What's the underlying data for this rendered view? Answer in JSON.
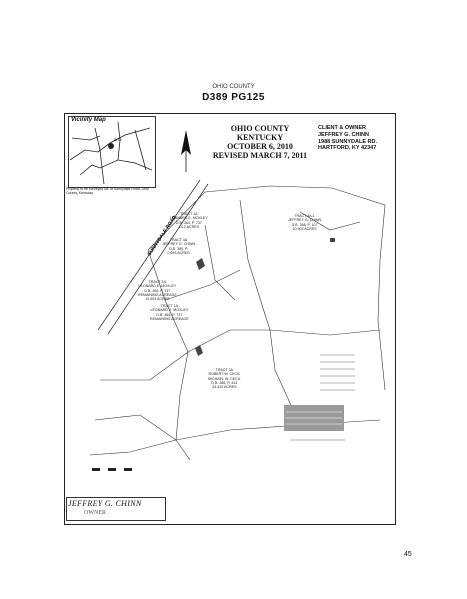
{
  "header": {
    "county_small": "OHIO COUNTY",
    "deed_ref": "D389 PG125"
  },
  "vicinity": {
    "title": "Vicinity Map",
    "site_label": "SITE",
    "caption": "Property to be surveyed NE of Sunnydale Road, Ohio County, Kentucky"
  },
  "title_block": {
    "line1": "OHIO COUNTY",
    "line2": "KENTUCKY",
    "line3": "OCTOBER 6, 2010",
    "line4": "REVISED MARCH 7, 2011"
  },
  "client": {
    "heading": "CLIENT & OWNER",
    "name": "JEFFREY G. CHINN",
    "address": "1988 SUNNYDALE RD.",
    "city": "HARTFORD, KY 42347"
  },
  "road_label": "SUNNYDALE ROAD",
  "tracts": [
    {
      "name": "TRACT 1A",
      "lines": [
        "LEONARD E. MOXLEY",
        "D.B. 364, P. 737",
        "14.2 ACRES"
      ]
    },
    {
      "name": "TRACT 4A-1",
      "lines": [
        "JEFFREY G. CHINN",
        "D.B. 368, P. 107",
        "10.503 ACRES"
      ]
    },
    {
      "name": "TRACT 4A",
      "lines": [
        "JEFFREY G. CHINN",
        "D.B. 385, P.",
        "0.693 ACRES"
      ]
    },
    {
      "name": "TRACT 1A",
      "lines": [
        "LEONARD E. MOXLEY",
        "D.B. 364, P. 737",
        "REMAINING ACREAGE",
        "10.504 ACRES"
      ]
    },
    {
      "name": "TRACT 1A",
      "lines": [
        "LEONARD E. MOXLEY",
        "D.B. 364, P. 737",
        "REMAINING ACREAGE"
      ]
    },
    {
      "name": "TRACT 3A",
      "lines": [
        "ROBERT W. CECIL",
        "MICHAEL W. CECIL",
        "D.B. 385, P. 414",
        "24.410 ACRES"
      ]
    }
  ],
  "signature": {
    "name": "JEFFREY G. CHINN",
    "sub": "OWNER"
  },
  "page_number": "45"
}
